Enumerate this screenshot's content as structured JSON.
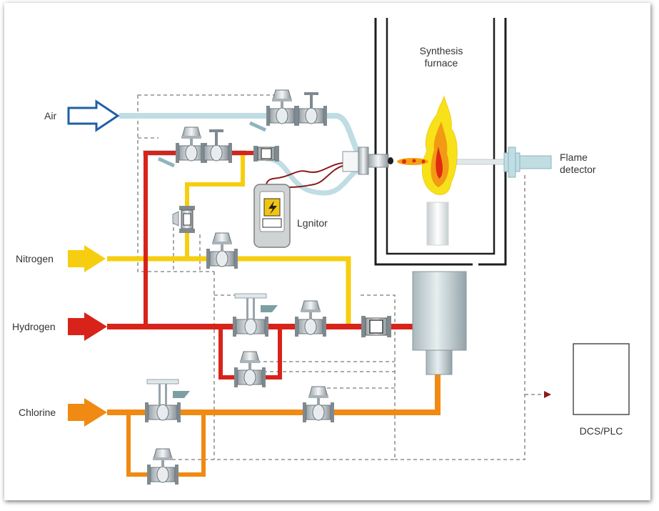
{
  "labels": {
    "air": "Air",
    "nitrogen": "Nitrogen",
    "hydrogen": "Hydrogen",
    "chlorine": "Chlorine",
    "furnace_line1": "Synthesis",
    "furnace_line2": "furnace",
    "flame_detector_line1": "Flame",
    "flame_detector_line2": "detector",
    "ignitor": "Lgnitor",
    "dcs": "DCS/PLC"
  },
  "colors": {
    "air": "#bfdde3",
    "nitrogen": "#f7ce0f",
    "hydrogen": "#d8231a",
    "chlorine": "#f08a12",
    "air_arrow": "#1f5fa6",
    "control_line": "#7a7a7a"
  },
  "icons": {
    "air_inlet": "hollow-arrow-icon",
    "gas_inlet": "solid-arrow-icon",
    "valve": "control-valve-icon",
    "hand_valve": "gate-valve-icon",
    "meter": "flow-meter-icon",
    "ignitor": "high-voltage-icon",
    "flame": "flame-icon"
  }
}
